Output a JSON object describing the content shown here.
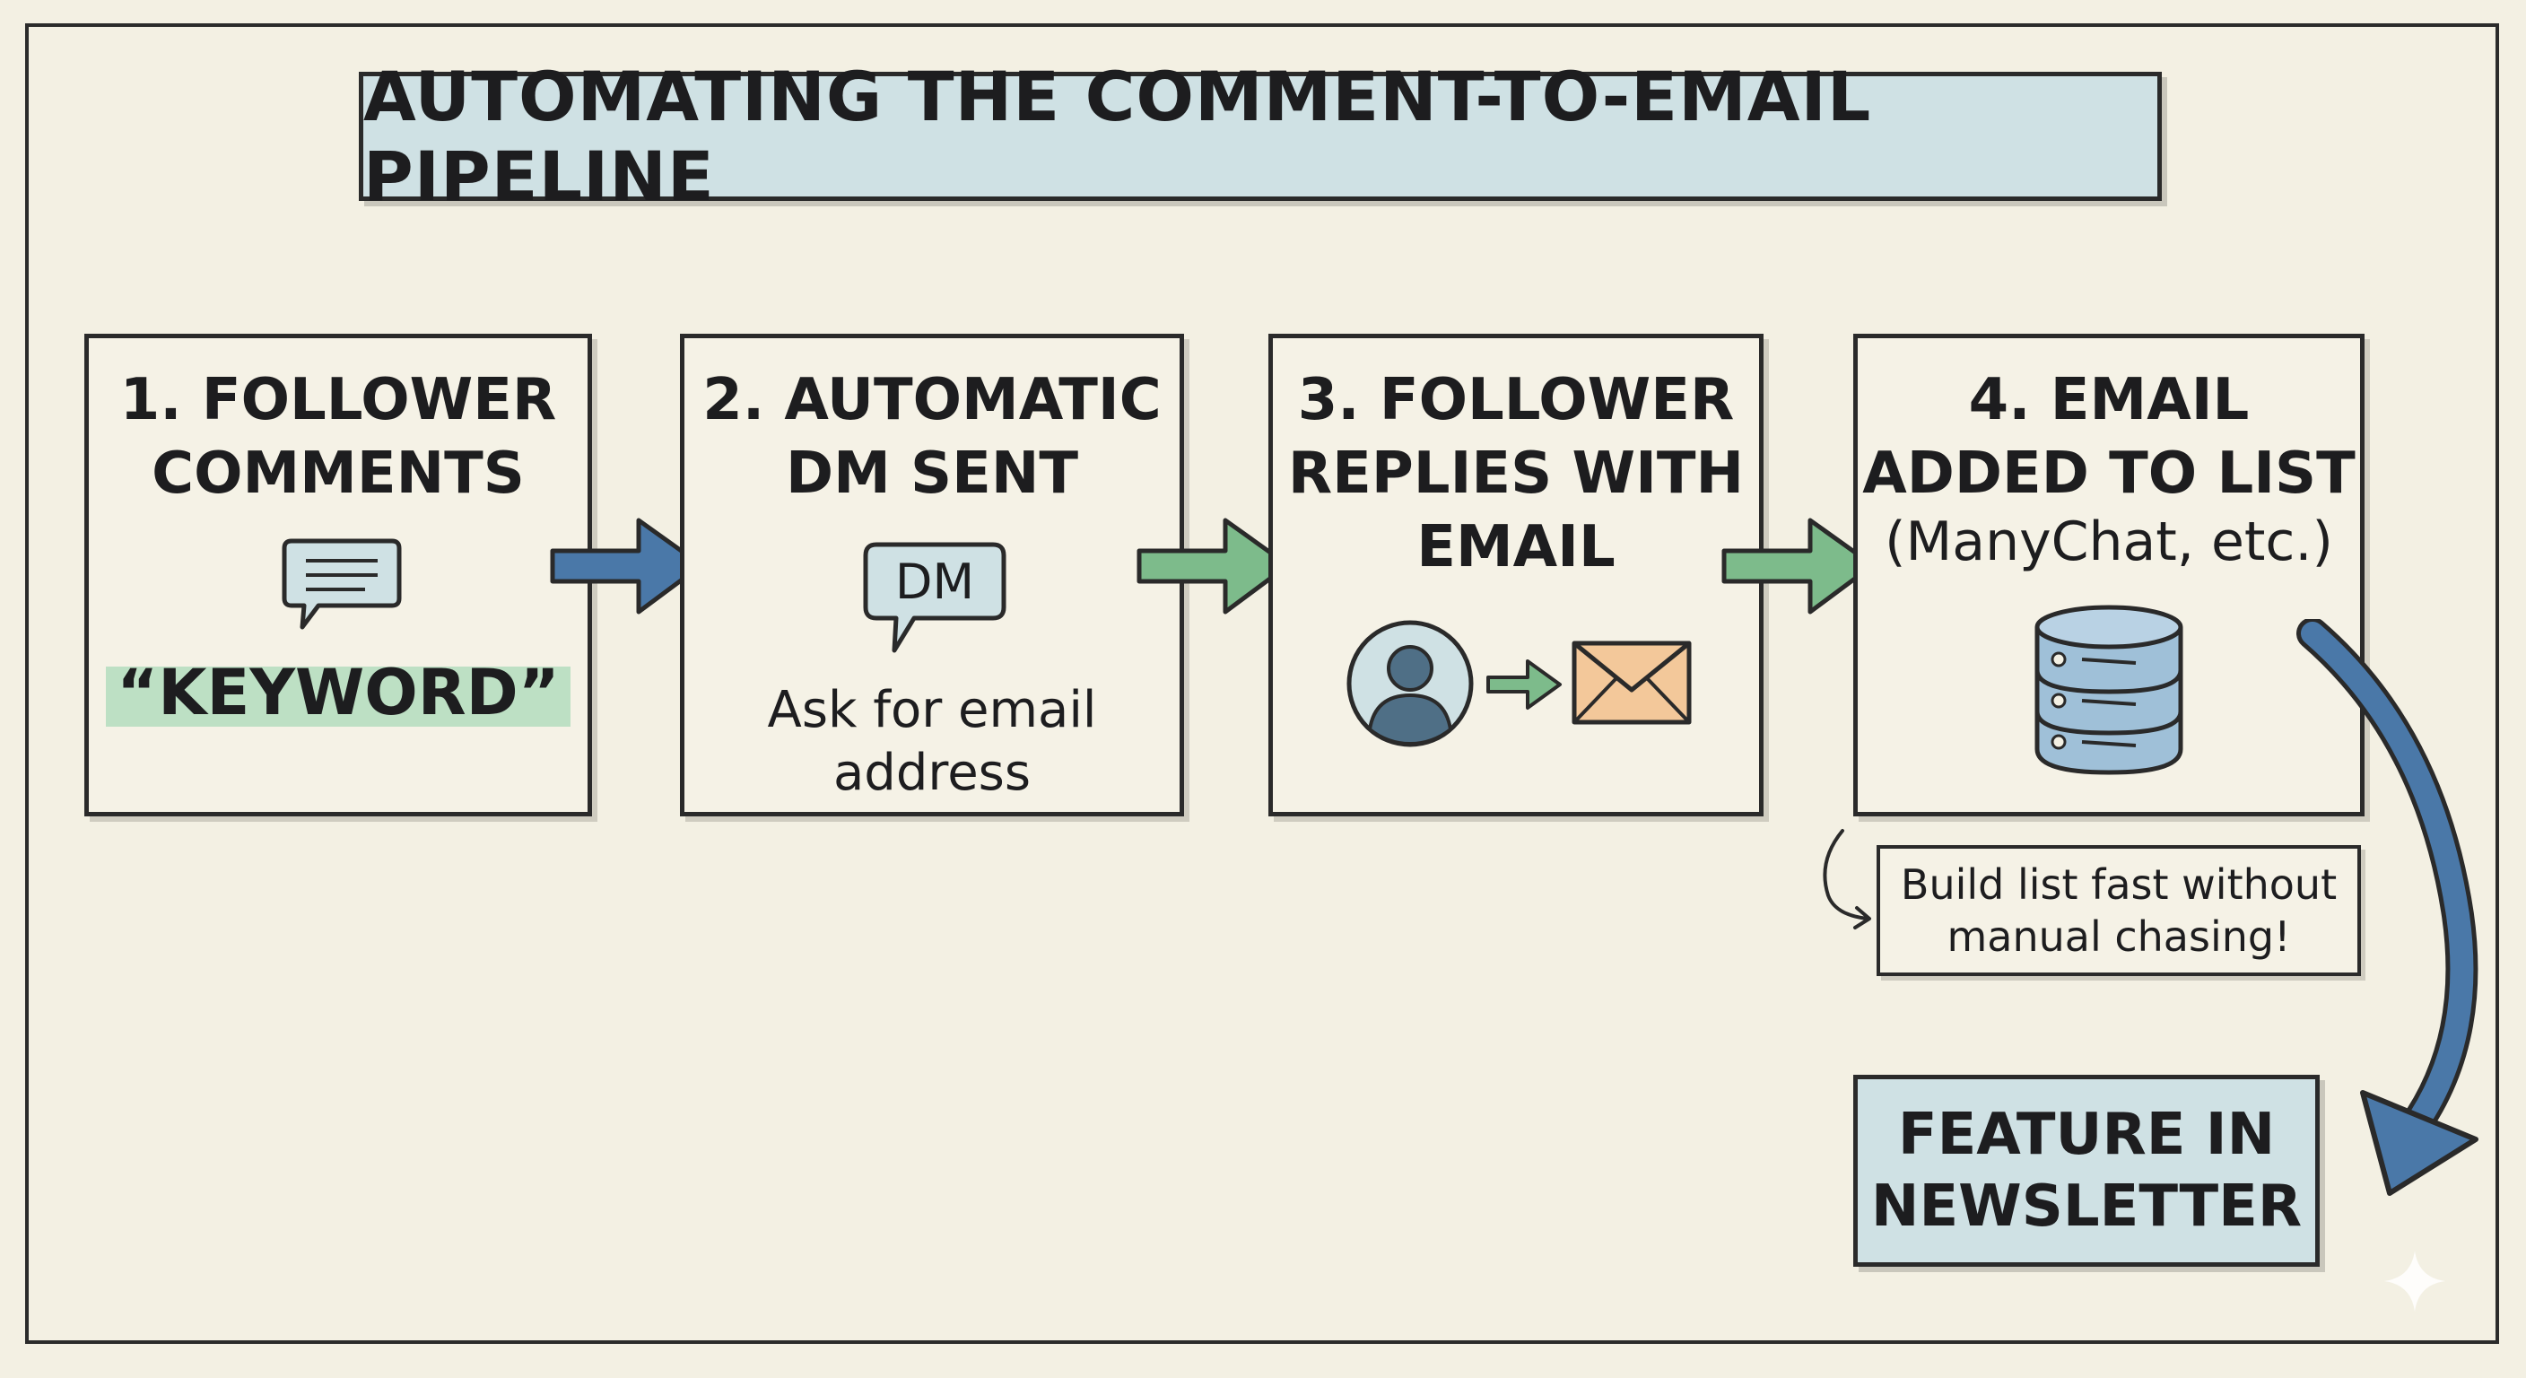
{
  "title": "AUTOMATING THE COMMENT-TO-EMAIL PIPELINE",
  "steps": [
    {
      "title": "1. FOLLOWER\nCOMMENTS",
      "keyword": "“KEYWORD”",
      "icon": "comment-bubble-icon"
    },
    {
      "title": "2. AUTOMATIC\nDM SENT",
      "icon_text": "DM",
      "subtitle": "Ask for email\naddress",
      "icon": "dm-bubble-icon"
    },
    {
      "title": "3. FOLLOWER\nREPLIES WITH\nEMAIL",
      "icons": [
        "user-avatar-icon",
        "arrow-right-icon",
        "envelope-icon"
      ]
    },
    {
      "title": "4. EMAIL\nADDED TO LIST",
      "subtitle": "(ManyChat, etc.)",
      "icon": "database-icon"
    }
  ],
  "note": "Build list fast without\nmanual chasing!",
  "final_step": "FEATURE IN\nNEWSLETTER",
  "colors": {
    "background": "#f3f0e3",
    "title_fill": "#cfe1e4",
    "arrow_blue": "#4a78a8",
    "arrow_green": "#7dbb8b",
    "keyword_highlight": "#bde0c4",
    "envelope": "#f3c89a"
  }
}
